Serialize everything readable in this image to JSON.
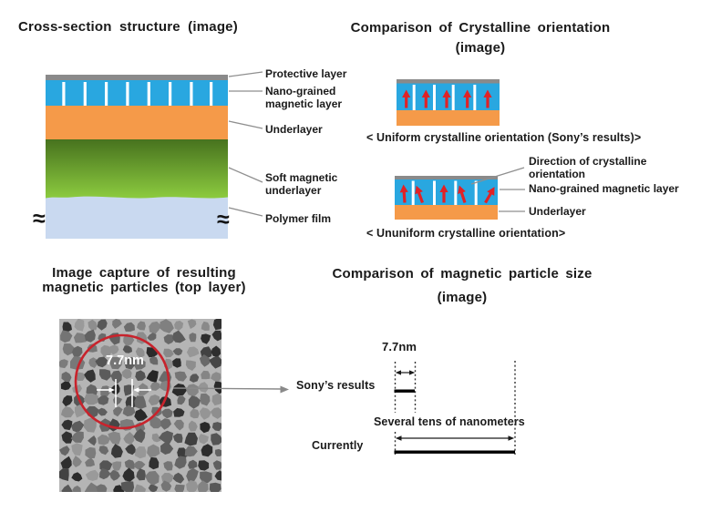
{
  "panels": {
    "cross_section": {
      "title": "Cross-section structure  (image)",
      "labels": {
        "protective": "Protective layer",
        "nano1": "Nano-grained",
        "nano2": "magnetic layer",
        "underlayer": "Underlayer",
        "soft1": "Soft magnetic",
        "soft2": "underlayer",
        "polymer": "Polymer film"
      },
      "break_symbol": "≈"
    },
    "crystalline": {
      "title1": "Comparison of Crystalline orientation",
      "title2": "(image)",
      "caption_uniform": "< Uniform crystalline orientation (Sony’s results)>",
      "caption_ununiform": "< Ununiform crystalline orientation>",
      "labels": {
        "dir1": "Direction of crystalline",
        "dir2": "orientation",
        "nano": "Nano-grained magnetic layer",
        "underlayer": "Underlayer"
      }
    },
    "tem": {
      "title1": "Image capture of resulting",
      "title2": "magnetic particles (top layer)",
      "measurement": "7.7nm"
    },
    "size": {
      "title1": "Comparison of magnetic particle size",
      "title2": "(image)",
      "size_label": "7.7nm",
      "sony": "Sony’s results",
      "range": "Several tens of nanometers",
      "currently": "Currently"
    }
  },
  "colors": {
    "protective_gray": "#8a8a8a",
    "magnetic_blue": "#29a7e0",
    "underlayer_orange": "#f59a49",
    "soft_green_dark": "#47721e",
    "soft_green_light": "#8ccb3f",
    "polymer_blue": "#c9d9f0",
    "arrow_red": "#e02226",
    "circle_red": "#c8232c",
    "leader_gray": "#8f8f8f"
  }
}
